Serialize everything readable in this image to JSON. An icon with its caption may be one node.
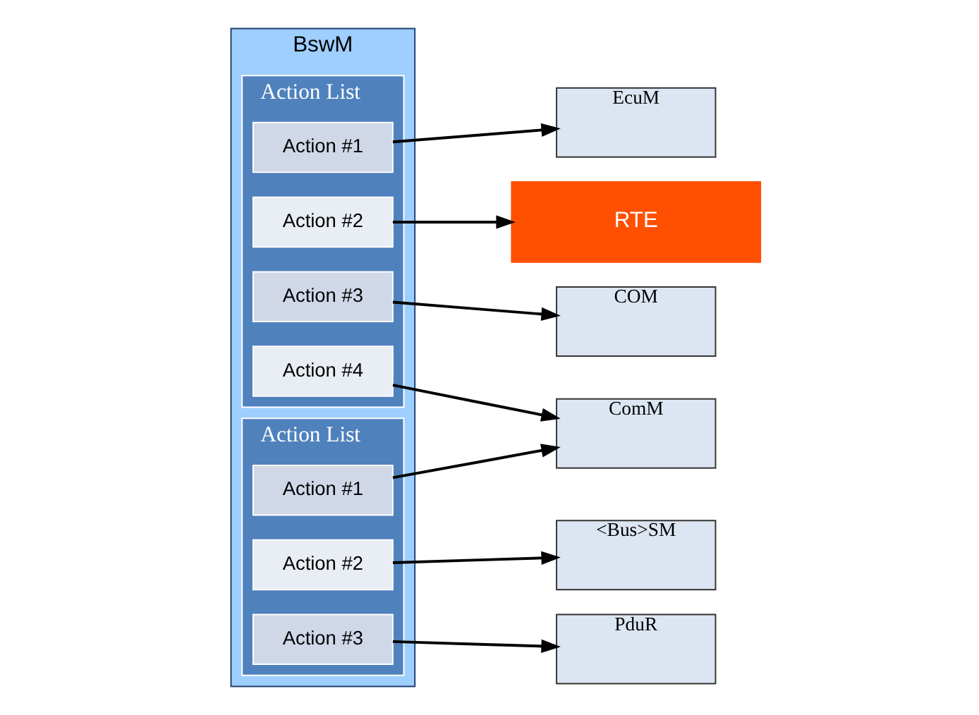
{
  "diagram": {
    "nodes": [
      {
        "text": [
          "RTE"
        ]
      },
      {
        "text": [
          "BswM"
        ]
      },
      {
        "text": [
          "Action List"
        ],
        "in": 1
      },
      {
        "text": [
          "Action #1"
        ],
        "in": 2
      },
      {
        "text": [
          "Action #2"
        ],
        "in": 2
      },
      {
        "text": [
          "Action #3"
        ],
        "in": 2
      },
      {
        "text": [
          "Action #4"
        ],
        "in": 2
      },
      {
        "text": [
          "Action List"
        ],
        "in": 1
      },
      {
        "text": [
          "Action #1"
        ],
        "in": 7
      },
      {
        "text": [
          "Action #2"
        ],
        "in": 7
      },
      {
        "text": [
          "Action #3"
        ],
        "in": 7
      },
      {
        "text": [
          "EcuM"
        ]
      },
      {
        "text": [
          "COM"
        ]
      },
      {
        "text": [
          "ComM"
        ]
      },
      {
        "text": [
          "<Bus>SM"
        ]
      },
      {
        "text": [
          "PduR"
        ]
      }
    ],
    "edges": [
      {
        "from": 3,
        "to": 11,
        "arrow": "to"
      },
      {
        "from": 4,
        "to": 0,
        "arrow": "to"
      },
      {
        "from": 5,
        "to": 12,
        "arrow": "to"
      },
      {
        "from": 6,
        "to": 13,
        "arrow": "to"
      },
      {
        "from": 8,
        "to": 13,
        "arrow": "to"
      },
      {
        "from": 9,
        "to": 14,
        "arrow": "to"
      },
      {
        "from": 10,
        "to": 15,
        "arrow": "to"
      }
    ]
  }
}
